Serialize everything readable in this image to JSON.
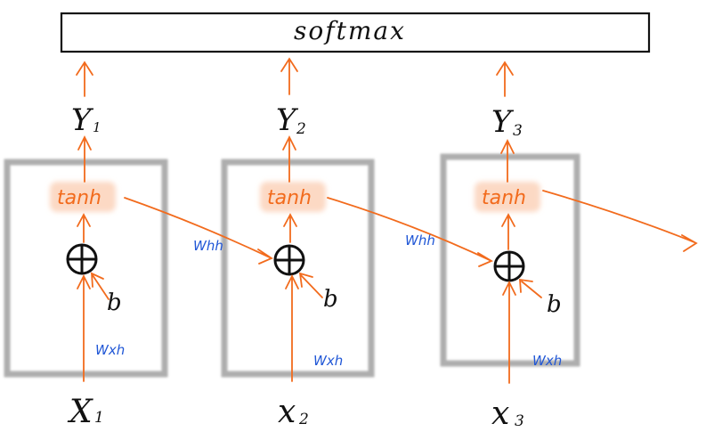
{
  "diagram": {
    "softmax_label": "softmax",
    "outputs": [
      {
        "letter": "Y",
        "sub": "1"
      },
      {
        "letter": "Y",
        "sub": "2"
      },
      {
        "letter": "Y",
        "sub": "3"
      }
    ],
    "inputs": [
      {
        "letter": "X",
        "sub": "1"
      },
      {
        "letter": "x",
        "sub": "2"
      },
      {
        "letter": "x",
        "sub": "3"
      }
    ],
    "cells": [
      {
        "activation": "tanh",
        "bias": "b",
        "input_weight": "Wxh"
      },
      {
        "activation": "tanh",
        "bias": "b",
        "input_weight": "Wxh"
      },
      {
        "activation": "tanh",
        "bias": "b",
        "input_weight": "Wxh"
      }
    ],
    "recurrent_weights": [
      "Whh",
      "Whh"
    ],
    "colors": {
      "arrow": "#f26b1d",
      "weight_text": "#1f56d6",
      "ink": "#111111",
      "box_gray": "#9a9a9a",
      "tanh_glow": "#fcd9c4"
    }
  }
}
